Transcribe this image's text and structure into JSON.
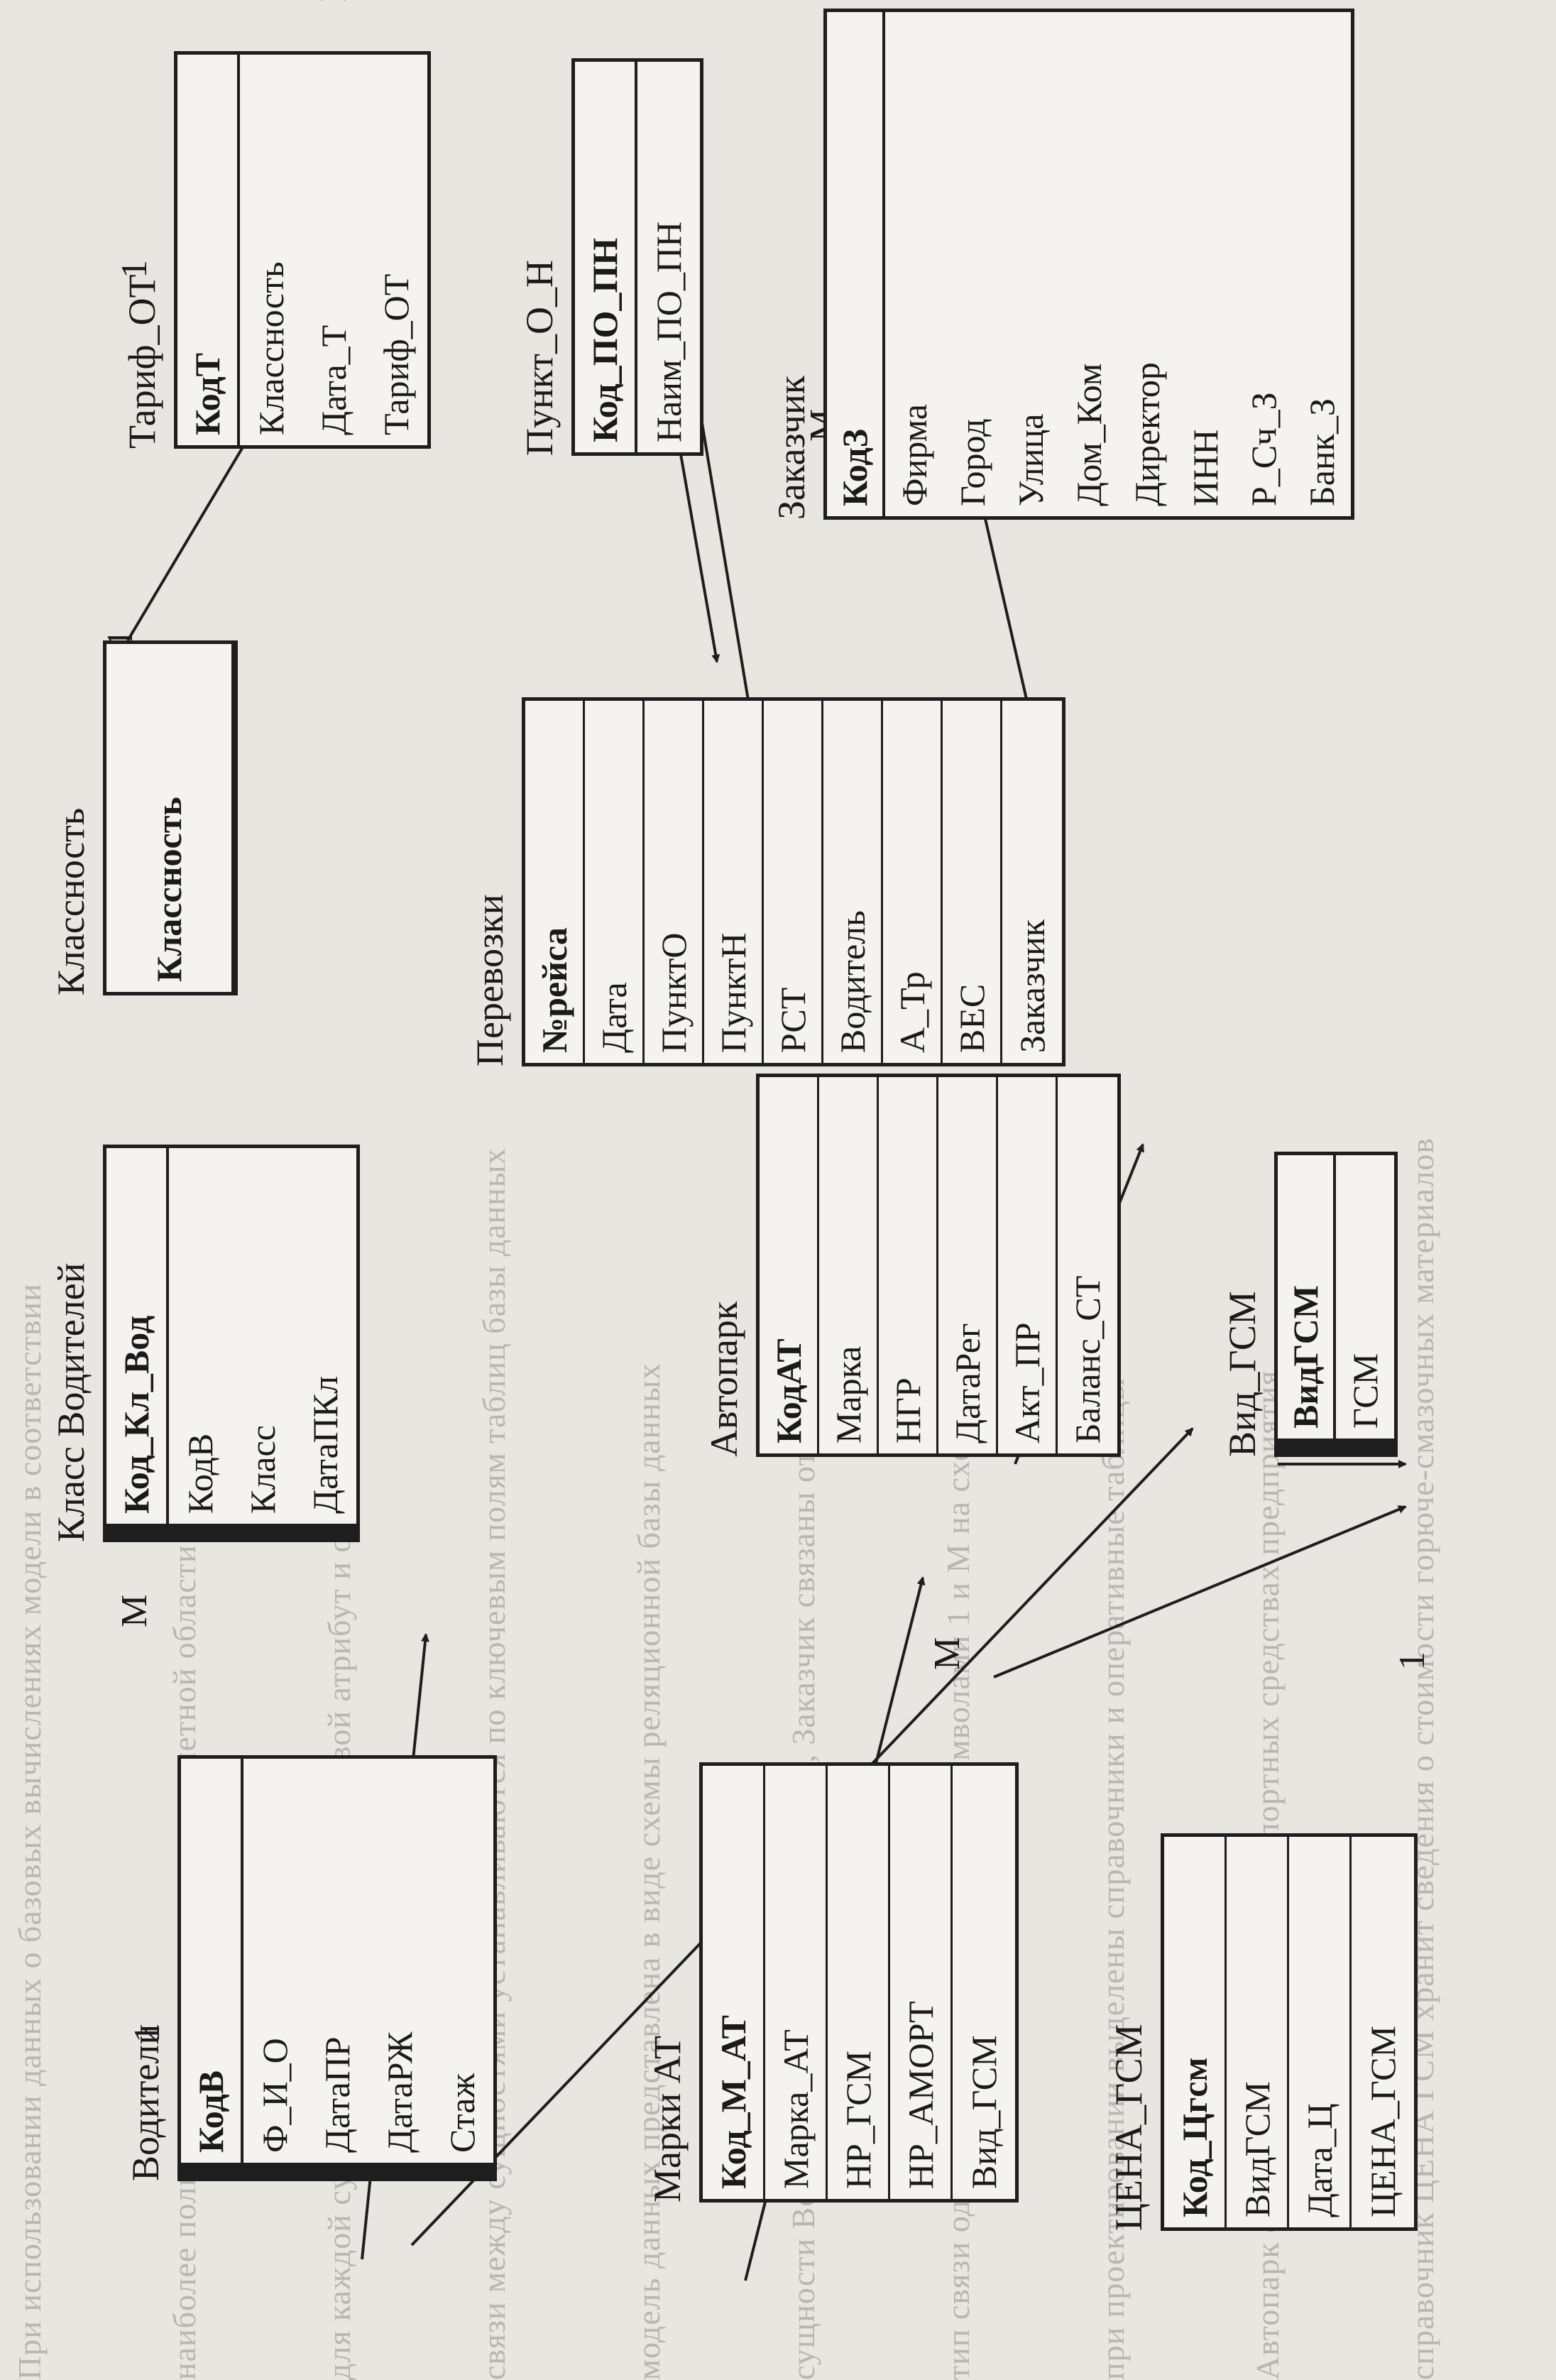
{
  "background_text": [
    "При использовании данных о базовых вычислениях модели в соответствии",
    "наиболее полно отражают сущности предметной области и связи между ними",
    "для каждой сущности определяется ключевой атрибут и описательные атрибуты",
    "связи между сущностями устанавливаются по ключевым полям таблиц базы данных",
    "модель данных представлена в виде схемы реляционной базы данных",
    "сущности Водители, Автопарк, Перевозки, Заказчик связаны отношениями",
    "тип связи один ко многим обозначается символами 1 и М на схеме",
    "при проектировании выделены справочники и оперативные таблицы",
    "Автопарк содержит сведения о транспортных средствах предприятия",
    "справочник ЦЕНА ГСМ хранит сведения о стоимости горюче-смазочных материалов"
  ],
  "entities": {
    "voditeli": {
      "title": "Водители",
      "fields": [
        "КодВ",
        "Ф_И_О",
        "ДатаПР",
        "ДатаРЖ",
        "Стаж"
      ]
    },
    "klass_voditeley": {
      "title": "Класс Водителей",
      "fields": [
        "Код_Кл_Вод",
        "КодВ",
        "Класс",
        "ДатаПКл"
      ]
    },
    "klassnost": {
      "title": "Классность",
      "fields": [
        "Классность"
      ]
    },
    "tarif_ot": {
      "title": "Тариф_ОТ",
      "fields": [
        "КодТ",
        "Классность",
        "Дата_Т",
        "Тариф_ОТ"
      ]
    },
    "marki_at": {
      "title": "Марки АТ",
      "fields": [
        "Код_М_АТ",
        "Марка_АТ",
        "НР_ГСМ",
        "НР_АМОРТ",
        "Вид_ГСМ"
      ]
    },
    "avtopark": {
      "title": "Автопарк",
      "fields": [
        "КодАТ",
        "Марка",
        "НГР",
        "ДатаРег",
        "Акт_ПР",
        "Баланс_СТ"
      ]
    },
    "perevozki": {
      "title": "Перевозки",
      "fields": [
        "№рейса",
        "Дата",
        "ПунктО",
        "ПунктН",
        "РСТ",
        "Водитель",
        "А_Тр",
        "ВЕС",
        "Заказчик"
      ]
    },
    "punkt_on": {
      "title": "Пункт_О_Н",
      "fields": [
        "Код_ПО_ПН",
        "Наим_ПО_ПН"
      ]
    },
    "zakazchik": {
      "title": "Заказчик",
      "fields": [
        "КодЗ",
        "Фирма",
        "Город",
        "Улица",
        "Дом_Ком",
        "Директор",
        "ИНН",
        "Р_Сч_З",
        "Банк_З"
      ]
    },
    "cena_gsm": {
      "title": "ЦЕНА_ГСМ",
      "fields": [
        "Код_Цгсм",
        "ВидГСМ",
        "Дата_Ц",
        "ЦЕНА_ГСМ"
      ]
    },
    "vid_gsm": {
      "title": "Вид_ГСМ",
      "fields": [
        "ВидГСМ",
        "ГСМ"
      ]
    }
  },
  "cardinality": {
    "one": "1",
    "many": "M"
  }
}
